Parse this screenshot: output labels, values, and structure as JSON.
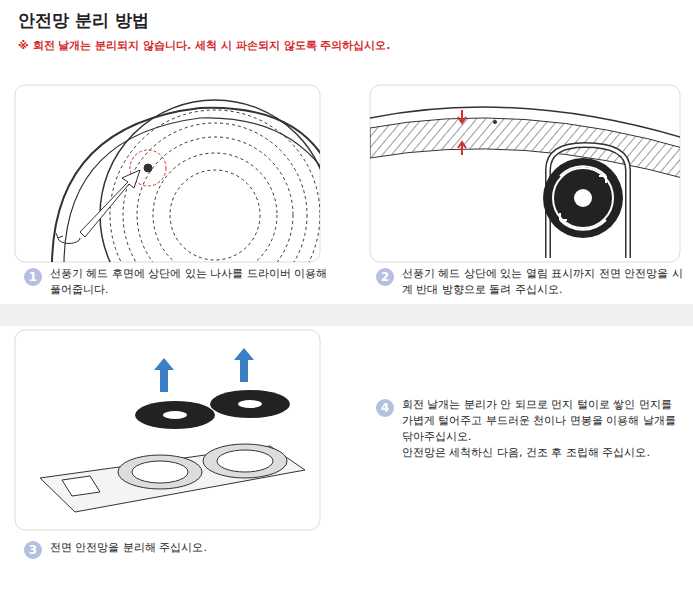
{
  "diagram": {
    "title": "안전망 분리 방법",
    "nodes": [
      {
        "text": [
          "1"
        ]
      },
      {
        "text": [
          "2"
        ]
      },
      {
        "text": [
          "3"
        ]
      },
      {
        "text": [
          "4"
        ]
      }
    ],
    "labels": [
      "※ 회전 날개는 분리되지 않습니다. 세척 시 파손되지 않도록 주의하십시오.",
      "선풍기 헤드 후면에 상단에 있는 나사를 드라이버 이용해 풀어줍니다.",
      "선풍기 헤드 상단에 있는 열림 표시까지 전면 안전망을 시계 반대 방향으로 돌려 주십시오.",
      "전면 안전망을 분리해 주십시오.",
      "회전 날개는 분리가 안 되므로 먼지 털이로 쌓인 먼지를 가볍게 털어주고 부드러운 천이나 면봉을 이용해 날개를 닦아주십시오.",
      "안전망은 세척하신 다음, 건조 후 조립해 주십시오."
    ]
  }
}
